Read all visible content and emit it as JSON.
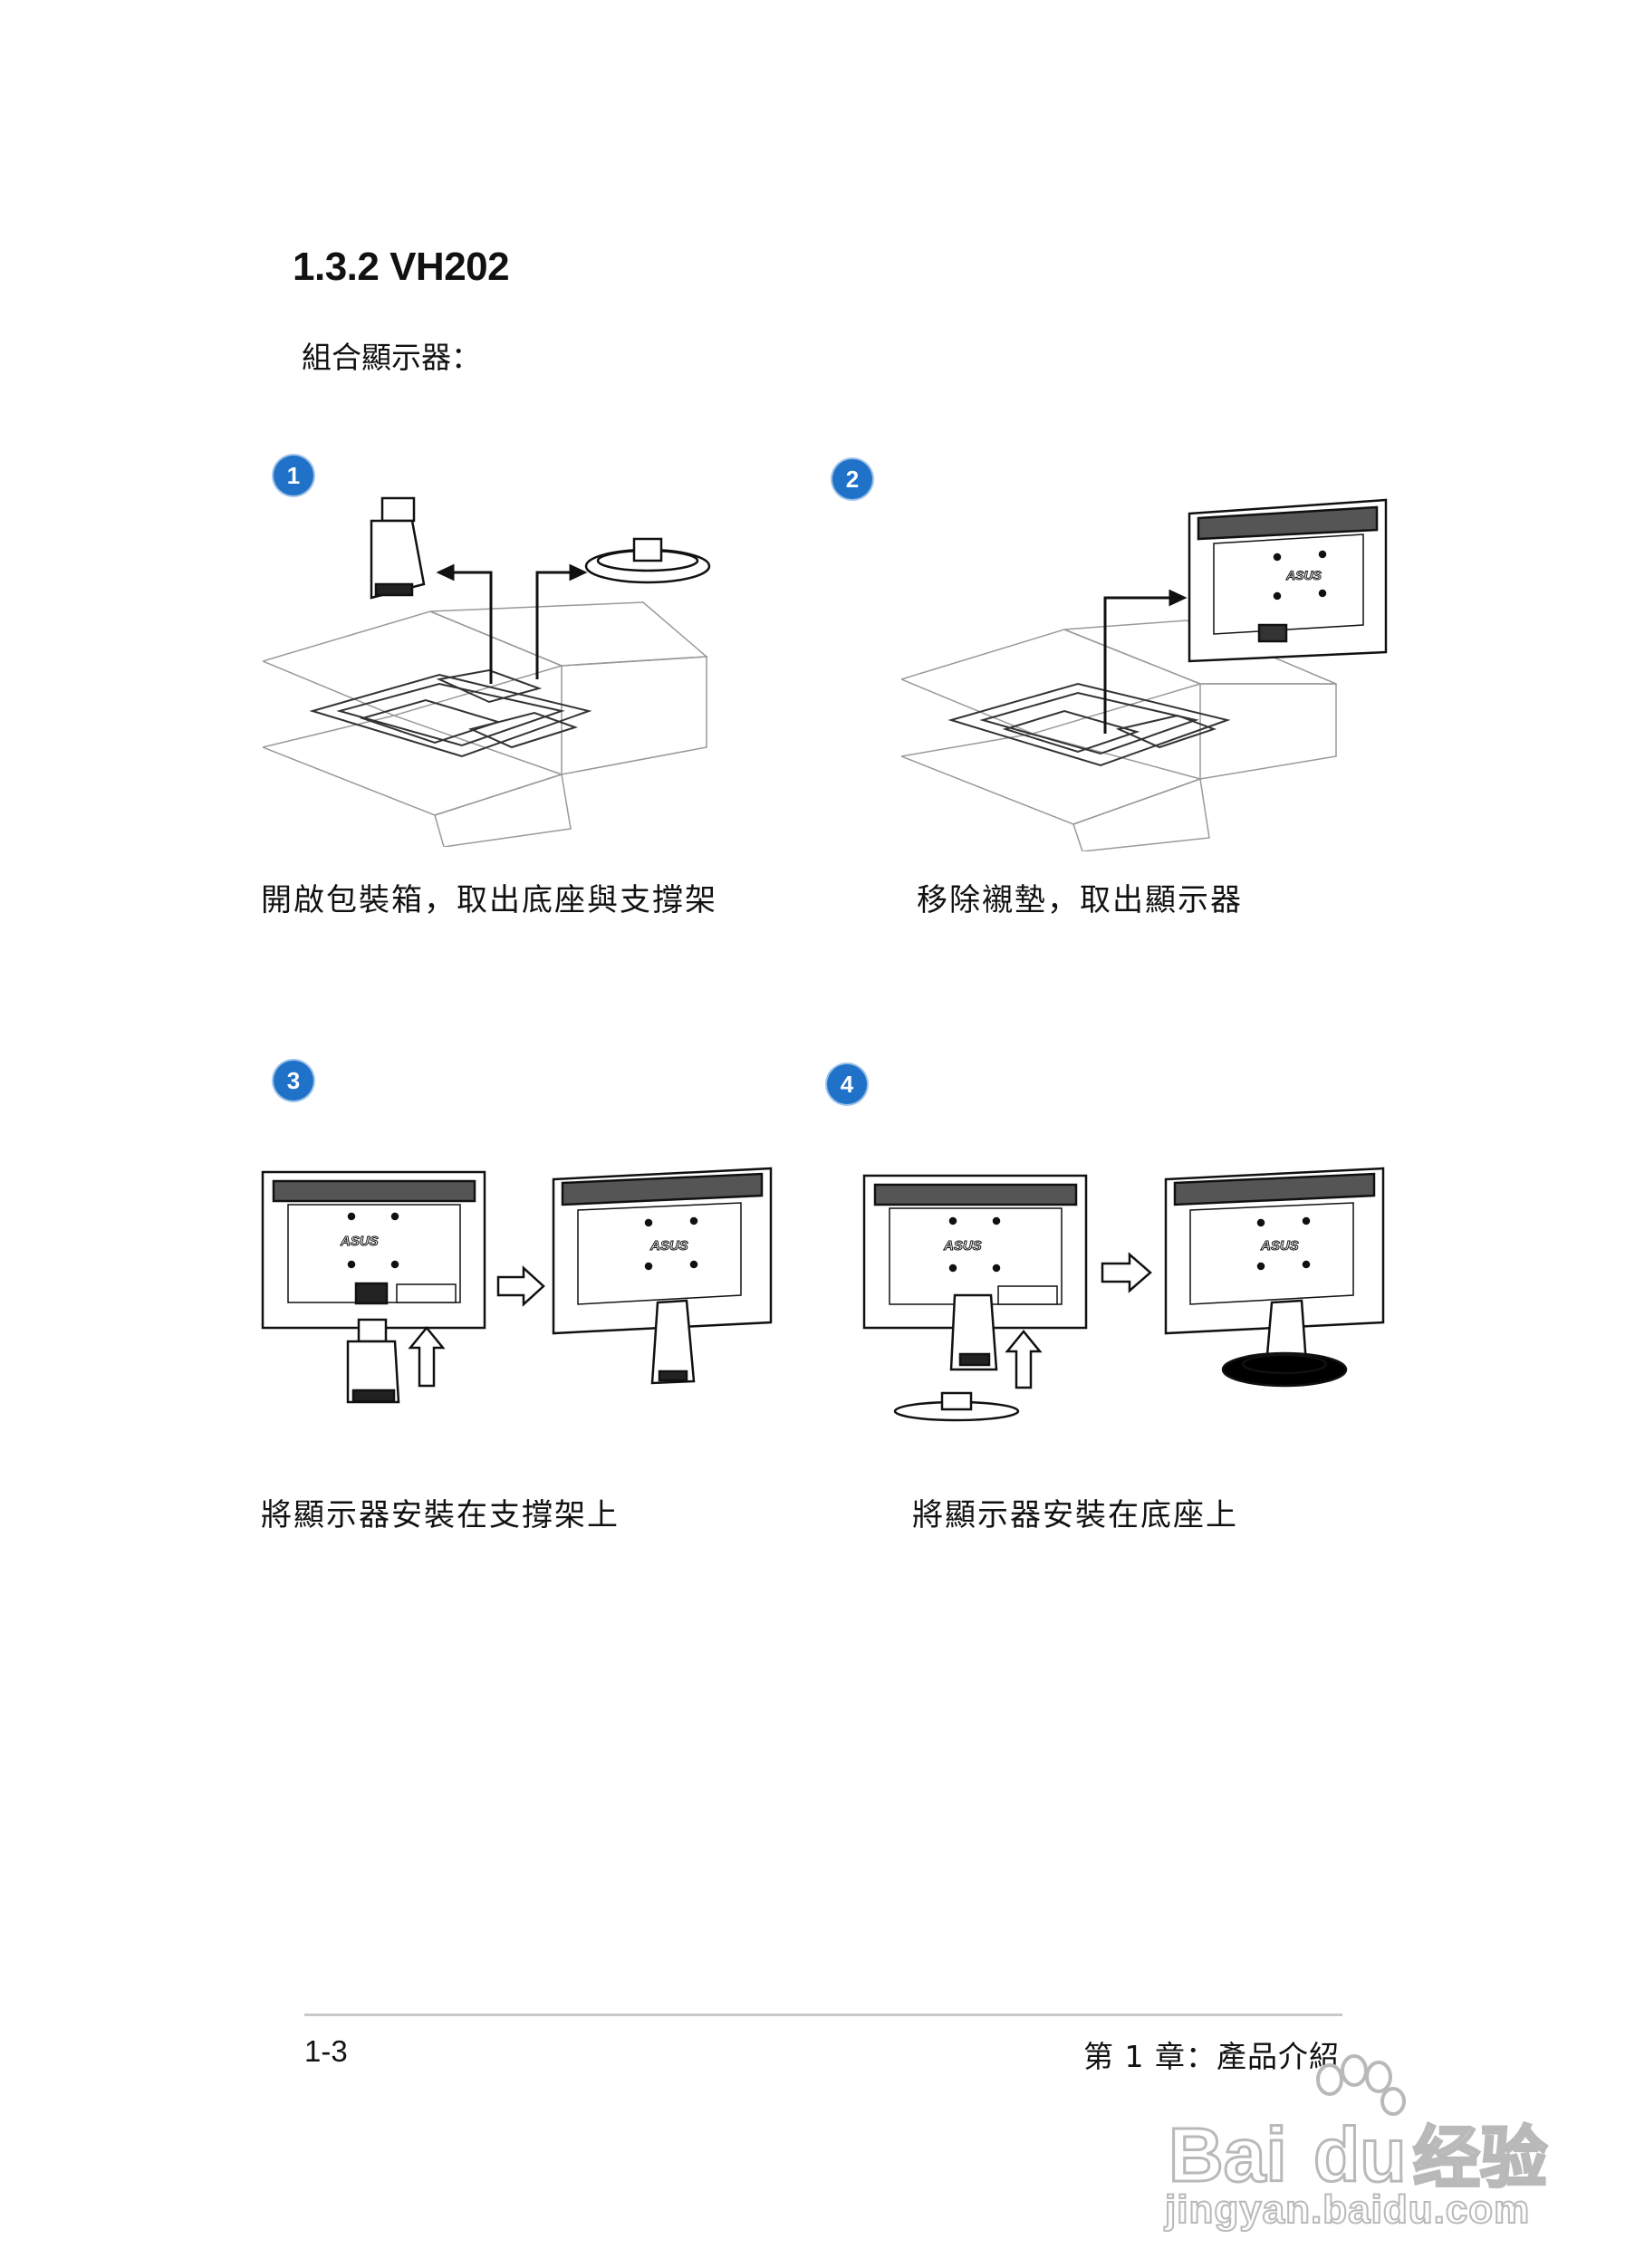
{
  "section": {
    "title": "1.3.2 VH202",
    "subtitle": "組合顯示器："
  },
  "steps": [
    {
      "number": "1",
      "caption": "開啟包裝箱，取出底座與支撐架"
    },
    {
      "number": "2",
      "caption": "移除襯墊，取出顯示器"
    },
    {
      "number": "3",
      "caption": "將顯示器安裝在支撐架上"
    },
    {
      "number": "4",
      "caption": "將顯示器安裝在底座上"
    }
  ],
  "brand_logo": "ASUS",
  "footer": {
    "page_number": "1-3",
    "chapter": "第 1 章：產品介紹"
  },
  "watermark": {
    "brand": "Baidu经验",
    "url": "jingyan.baidu.com"
  },
  "colors": {
    "badge": "#1f72c8",
    "ink": "#111111",
    "rule": "#c8c8c8"
  },
  "icons": [
    "step-number-badge",
    "arrow-icon",
    "outline-arrow-icon"
  ]
}
